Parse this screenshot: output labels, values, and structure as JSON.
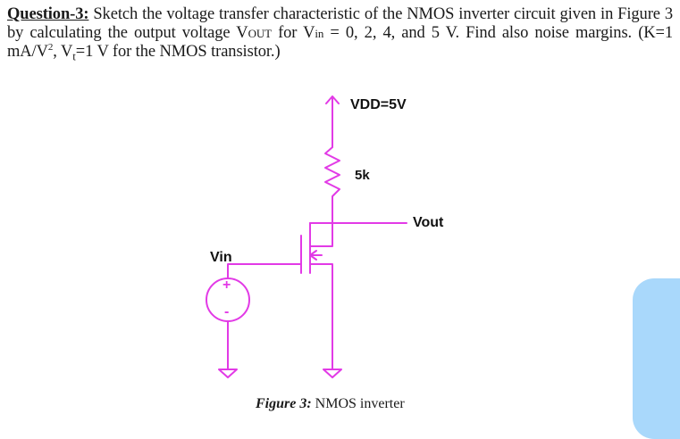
{
  "question": {
    "label": "Question-3:",
    "p1": " Sketch the voltage transfer characteristic of the NMOS inverter circuit given in Figure 3 by calculating the output voltage V",
    "vout_sub": "OUT",
    "p2": " for V",
    "vin_sub": "in",
    "p3": " = 0, 2, 4, and 5 V. Find also noise margins. (K=1 mA/V",
    "sup": "2",
    "p4": ", V",
    "vt_sub": "t",
    "p5": "=1 V for the NMOS transistor.)"
  },
  "circuit": {
    "vdd_label": "VDD=5V",
    "resistor_label": "5k",
    "vout_label": "Vout",
    "vin_label": "Vin",
    "plus_sign": "+",
    "minus_sign": "-",
    "wire_color": "#e23ae6"
  },
  "caption": {
    "label": "Figure 3:",
    "text": " NMOS inverter"
  }
}
